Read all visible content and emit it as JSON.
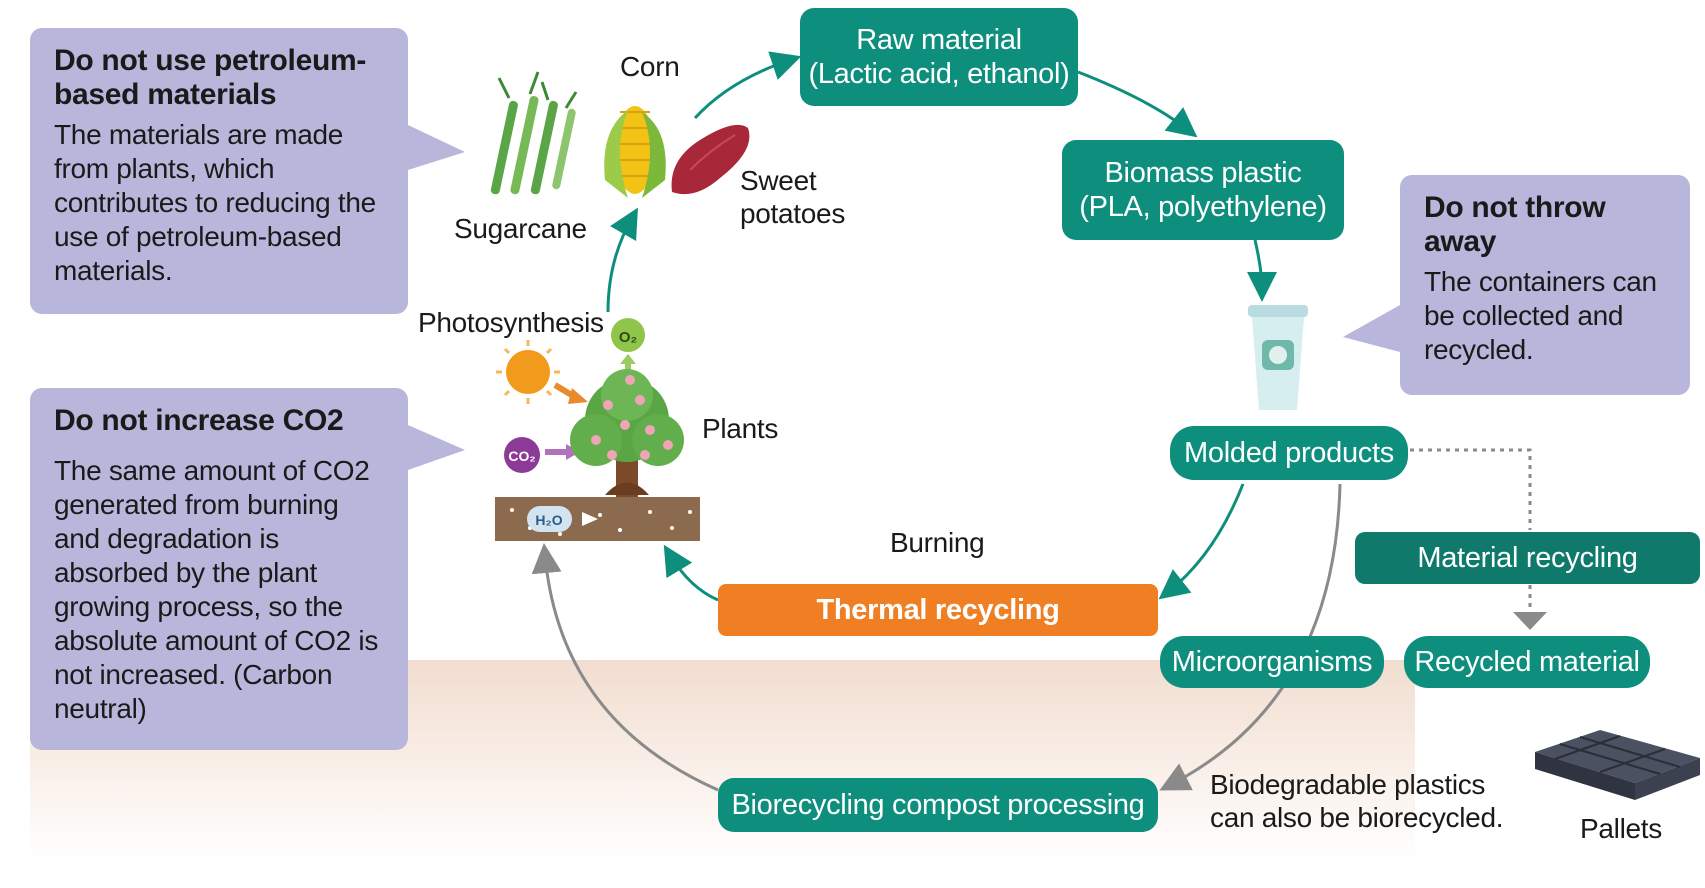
{
  "callouts": {
    "petroleum": {
      "title": "Do not use petroleum-based materials",
      "body": "The materials are made from plants, which contributes to reducing the use of petroleum-based materials."
    },
    "co2": {
      "title": "Do not increase CO2",
      "body": "The same amount of CO2 generated from burning and degradation is absorbed by the plant growing process, so the absolute amount of CO2 is not increased. (Carbon neutral)"
    },
    "throw": {
      "title": "Do not throw away",
      "body": "The containers can be collected and recycled."
    }
  },
  "boxes": {
    "raw_line1": "Raw material",
    "raw_line2": "(Lactic acid, ethanol)",
    "biomass_line1": "Biomass plastic",
    "biomass_line2": "(PLA, polyethylene)",
    "molded": "Molded products",
    "material_recycling": "Material recycling",
    "thermal": "Thermal recycling",
    "microorganisms": "Microorganisms",
    "recycled_material": "Recycled material",
    "biorecycling": "Biorecycling compost processing"
  },
  "labels": {
    "corn": "Corn",
    "sugarcane": "Sugarcane",
    "sweet_potatoes": "Sweet potatoes",
    "photosynthesis": "Photosynthesis",
    "plants": "Plants",
    "burning": "Burning",
    "biodegradable_line1": "Biodegradable plastics",
    "biodegradable_line2": "can also be biorecycled.",
    "pallets": "Pallets",
    "o2": "O₂",
    "co2_badge": "CO₂",
    "h2o": "H₂O"
  },
  "colors": {
    "teal": "#0e8f7e",
    "orange": "#ef7f22",
    "lavender": "#b9b6dc",
    "grey_arrow": "#8a8a8a"
  }
}
